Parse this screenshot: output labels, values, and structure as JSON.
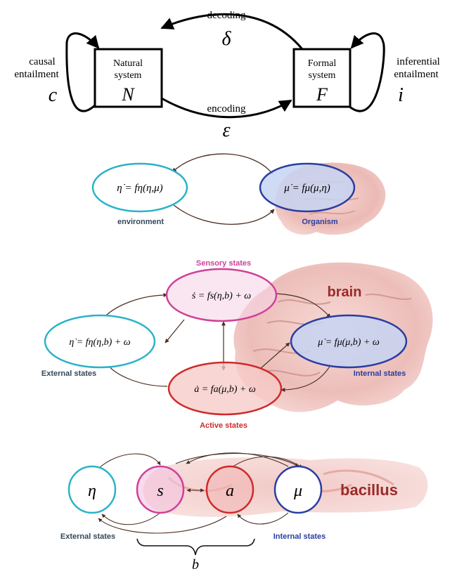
{
  "panel1": {
    "decoding_label": "decoding",
    "decoding_symbol": "δ",
    "encoding_label": "encoding",
    "encoding_symbol": "ε",
    "natural_box": {
      "line1": "Natural",
      "line2": "system",
      "symbol": "N"
    },
    "formal_box": {
      "line1": "Formal",
      "line2": "system",
      "symbol": "F"
    },
    "causal": {
      "line1": "causal",
      "line2": "entailment",
      "symbol": "c"
    },
    "inferential": {
      "line1": "inferential",
      "line2": "entailment",
      "symbol": "i"
    }
  },
  "panel2": {
    "env_eq": "η̇ = fη(η,μ)",
    "org_eq": "μ̇ = fμ(μ,η)",
    "env_label": "environment",
    "org_label": "Organism"
  },
  "panel3": {
    "sensory_title": "Sensory states",
    "sensory_eq": "ṡ = fs(η,b) + ω",
    "external_eq": "η̇ = fη(η,b) + ω",
    "internal_eq": "μ̇ = fμ(μ,b) + ω",
    "active_eq": "ȧ = fa(μ,b) + ω",
    "external_label": "External states",
    "internal_label": "Internal states",
    "active_label": "Active states",
    "brain_label": "brain"
  },
  "panel4": {
    "eta": "η",
    "s": "s",
    "a": "a",
    "mu": "μ",
    "bacillus_label": "bacillus",
    "external_label": "External states",
    "internal_label": "Internal states",
    "b_label": "b"
  },
  "colors": {
    "cyan": "#2bb3c8",
    "blue": "#2a3ea0",
    "magenta": "#d0409a",
    "red": "#d02a2a",
    "brown": "#5a3a2a",
    "brainpink": "#e8b4b0",
    "dark_red_text": "#9a2a2a"
  }
}
